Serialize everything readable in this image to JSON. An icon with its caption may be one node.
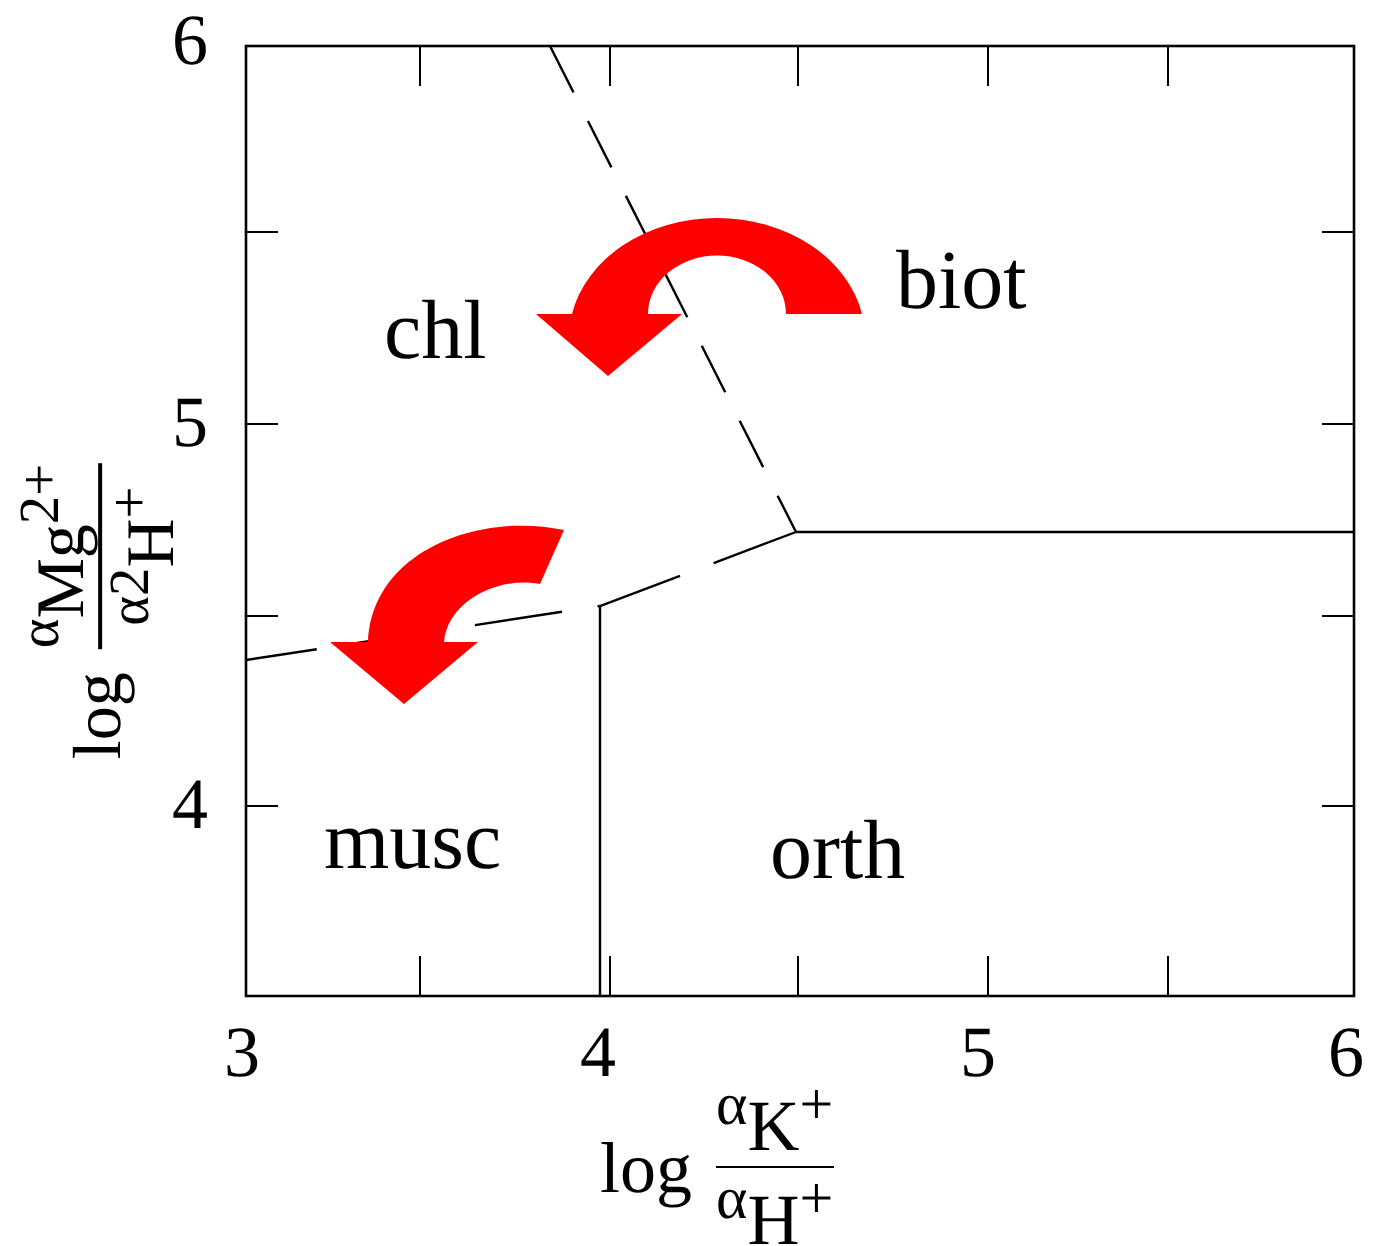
{
  "diagram": {
    "labels": [
      "6",
      "5",
      "4",
      "3",
      "4",
      "5",
      "6",
      "chl",
      "biot",
      "musc",
      "orth",
      "log",
      "$^{α}$Mg$^{2+}$",
      "$^{α}$$^{2}$H$^{+}$",
      "log",
      "$^{α}$K$^{+}$",
      "$^{α}$H$^{+}$"
    ]
  }
}
